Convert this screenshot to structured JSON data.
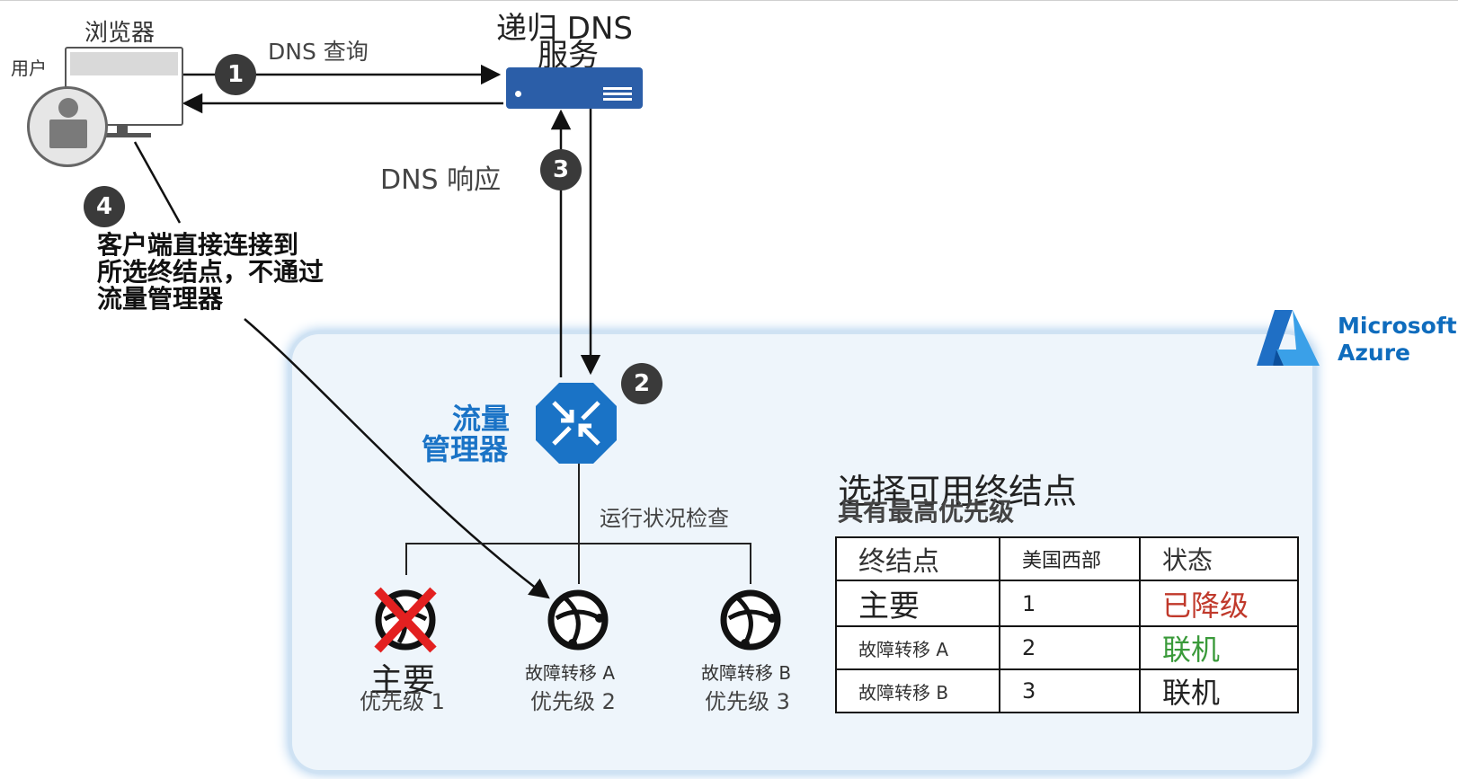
{
  "browser_label": "浏览器",
  "user_label": "用户",
  "dns_query_label": "DNS 查询",
  "recursive_dns_line1": "递归 DNS",
  "recursive_dns_line2": "服务",
  "dns_response_label": "DNS 响应",
  "steps": [
    "1",
    "2",
    "3",
    "4"
  ],
  "client_note_lines": [
    "客户端直接连接到",
    "所选终结点，不通过",
    "流量管理器"
  ],
  "traffic_manager_line1": "流量",
  "traffic_manager_line2": "管理器",
  "health_check_label": "运行状况检查",
  "brand": {
    "line1": "Microsoft",
    "line2": "Azure",
    "color": "#0f6cbd"
  },
  "select_title": "选择可用终结点",
  "select_subtitle": "具有最高优先级",
  "endpoints": [
    {
      "name": "主要",
      "priority": "优先级 1",
      "failed": true
    },
    {
      "name": "故障转移 A",
      "priority": "优先级 2",
      "failed": false
    },
    {
      "name": "故障转移 B",
      "priority": "优先级 3",
      "failed": false
    }
  ],
  "table": {
    "headers": [
      "终结点",
      "美国西部",
      "状态"
    ],
    "rows": [
      {
        "endpoint": "主要",
        "region": "1",
        "status": "已降级",
        "status_color": "#c0392b"
      },
      {
        "endpoint": "故障转移 A",
        "region": "2",
        "status": "联机",
        "status_color": "#3a9a3a"
      },
      {
        "endpoint": "故障转移 B",
        "region": "3",
        "status": "联机",
        "status_color": "#222222"
      }
    ]
  },
  "colors": {
    "tm_blue": "#1a73c6",
    "server_blue": "#2b5ea8",
    "fail_red": "#e32020"
  }
}
